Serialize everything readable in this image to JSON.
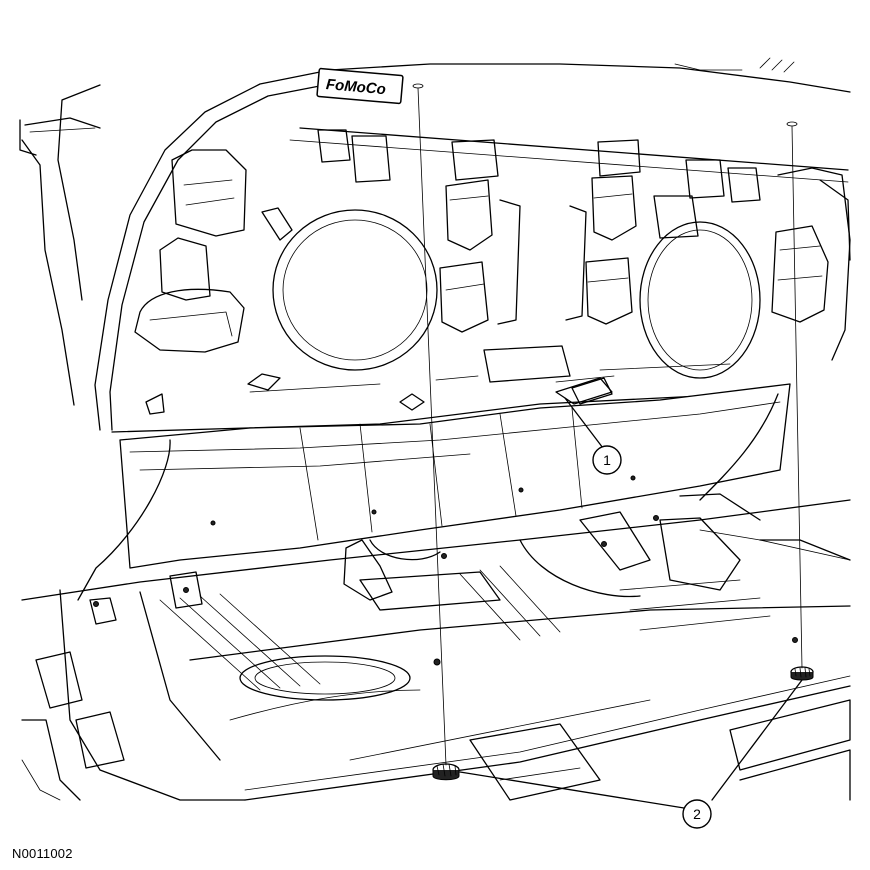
{
  "logo": {
    "text": "FoMoCo"
  },
  "callouts": [
    {
      "number": "1"
    },
    {
      "number": "2"
    }
  ],
  "figure_id": "N0011002"
}
